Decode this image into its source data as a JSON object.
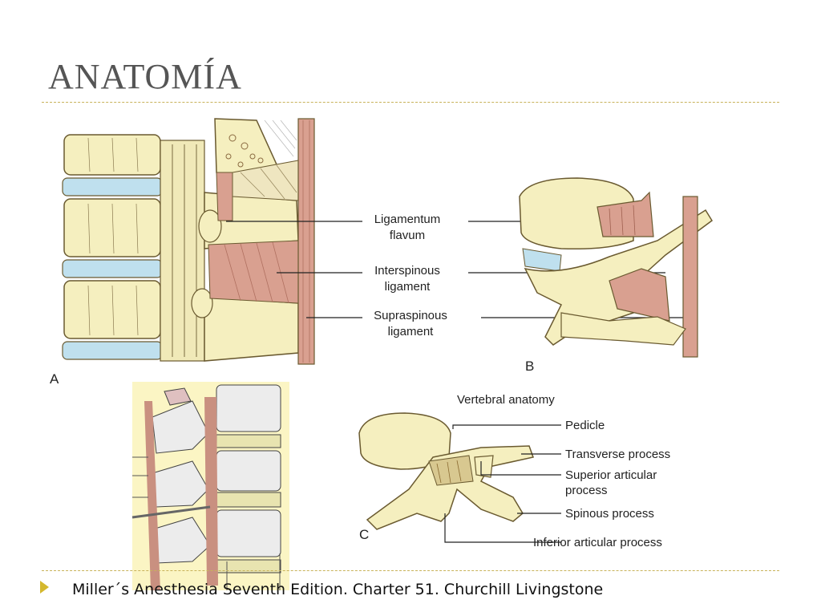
{
  "slide": {
    "title": "ANATOMÍA",
    "citation": "Miller´s Anesthesia Seventh Edition. Charter 51. Churchill Livingstone"
  },
  "figure_a": {
    "panel_label": "A",
    "labels": [
      "Ligamentum",
      "flavum",
      "Interspinous",
      "ligament",
      "Supraspinous",
      "ligament"
    ]
  },
  "figure_b": {
    "panel_label": "B"
  },
  "figure_c": {
    "panel_label": "C",
    "title": "Vertebral anatomy",
    "labels": [
      "Pedicle",
      "Transverse process",
      "Superior articular",
      "process",
      "Spinous process",
      "Inferior articular process"
    ]
  },
  "colors": {
    "bone": "#f5efbf",
    "disc": "#bfe0ee",
    "ligament": "#d9a090",
    "inset_bg": "#fbf5c4",
    "accent": "#d4b82e"
  }
}
